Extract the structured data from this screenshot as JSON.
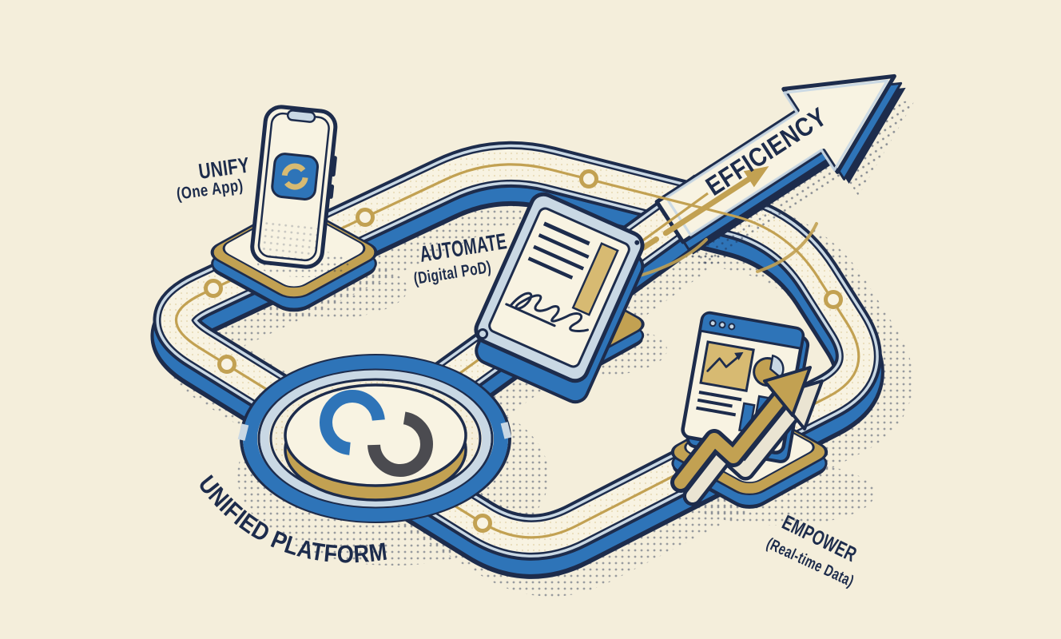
{
  "title": "Unified platform journey diagram",
  "colors": {
    "bg": "#f4eedb",
    "cream": "#f8f3e2",
    "navy": "#1d2c4c",
    "blue": "#2e74b8",
    "silver": "#c9d8e4",
    "gold": "#c2a152",
    "gold-light": "#d7ba72",
    "grey": "#4b4b50"
  },
  "stations": {
    "unify": {
      "title": "UNIFY",
      "subtitle": "(One App)",
      "icon": "smartphone-sync-icon"
    },
    "automate": {
      "title": "AUTOMATE",
      "subtitle": "(Digital PoD)",
      "icon": "tablet-signature-icon"
    },
    "empower": {
      "title": "EMPOWER",
      "subtitle": "(Real-time Data)",
      "icon": "dashboard-growth-icon"
    }
  },
  "hub": {
    "label": "UNIFIED PLATFORM",
    "icon": "interlocked-rings-logo"
  },
  "outcome": {
    "label": "EFFICIENCY",
    "icon": "efficiency-arrow-icon"
  }
}
